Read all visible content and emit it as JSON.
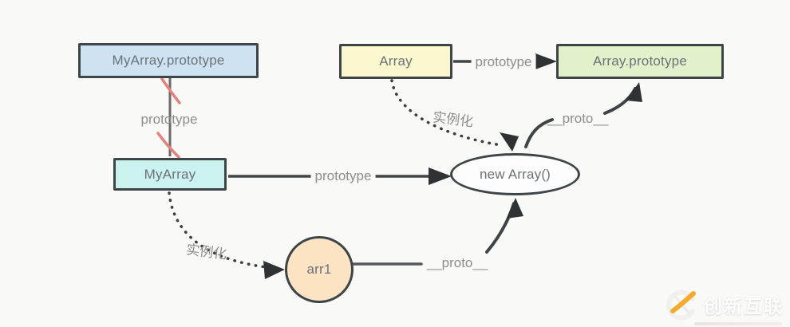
{
  "diagram": {
    "nodes": {
      "myarray_prototype": {
        "label": "MyArray.prototype",
        "fill": "#cfe2f2"
      },
      "array": {
        "label": "Array",
        "fill": "#fbf8d0"
      },
      "array_prototype": {
        "label": "Array.prototype",
        "fill": "#e3f1cb"
      },
      "myarray": {
        "label": "MyArray",
        "fill": "#ccf2f0"
      },
      "new_array": {
        "label": "new Array()",
        "fill": "#fdfdfd"
      },
      "arr1": {
        "label": "arr1",
        "fill": "#fbe3c4"
      }
    },
    "edges": {
      "prototype_broken": {
        "label": "prototype",
        "status": "crossed-out"
      },
      "prototype_myarray": {
        "label": "prototype"
      },
      "prototype_array": {
        "label": "prototype"
      },
      "instantiate_array": {
        "label": "实例化",
        "style": "dotted"
      },
      "instantiate_myarray": {
        "label": "实例化",
        "style": "dotted"
      },
      "proto_new_array": {
        "label": "__proto__"
      },
      "proto_arr1": {
        "label": "__proto__"
      }
    }
  },
  "colors": {
    "stroke": "#3f4547",
    "arrow_fill": "#2e3234",
    "node_text": "#6b7278",
    "label_text": "#8d8d8d",
    "broken_link": "#e4817e",
    "watermark_accent": "#f5a623"
  },
  "watermark": {
    "text": "创新互联"
  }
}
